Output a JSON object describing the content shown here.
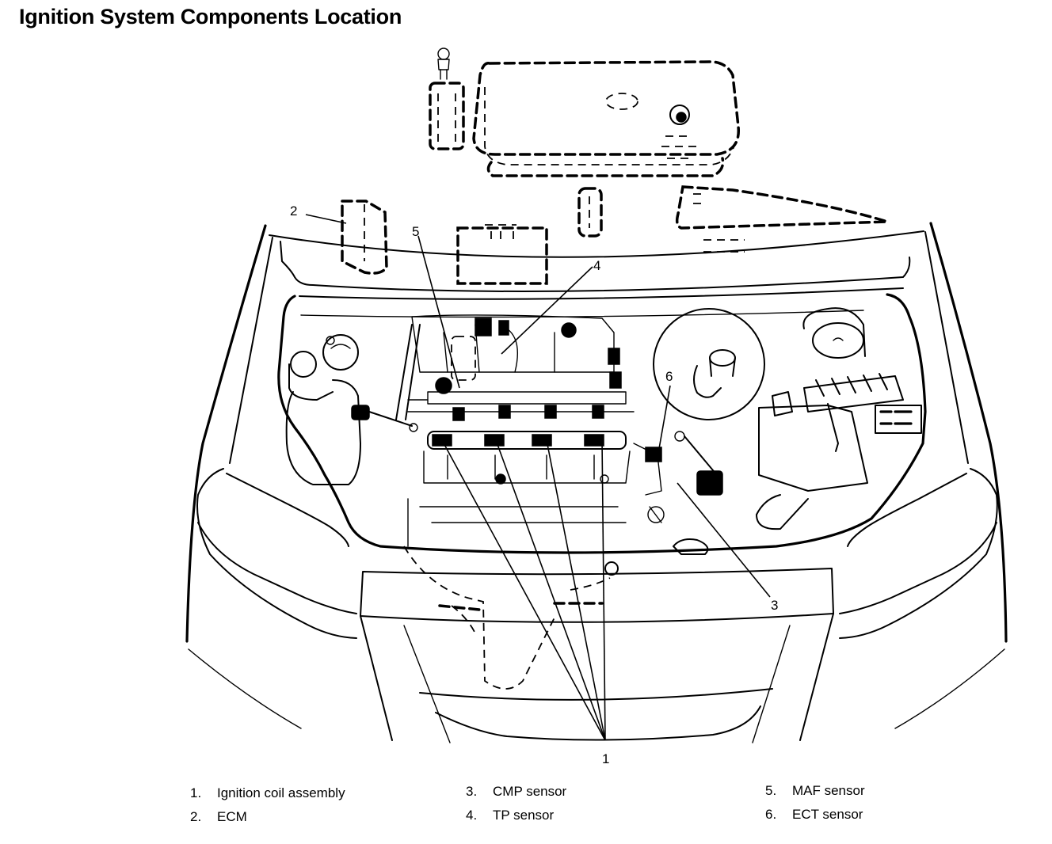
{
  "title": "Ignition System Components Location",
  "callouts": {
    "c1": "1",
    "c2": "2",
    "c3": "3",
    "c4": "4",
    "c5": "5",
    "c6": "6"
  },
  "legend": [
    {
      "number": "1.",
      "label": "Ignition coil assembly"
    },
    {
      "number": "2.",
      "label": "ECM"
    },
    {
      "number": "3.",
      "label": "CMP sensor"
    },
    {
      "number": "4.",
      "label": "TP sensor"
    },
    {
      "number": "5.",
      "label": "MAF sensor"
    },
    {
      "number": "6.",
      "label": "ECT sensor"
    }
  ],
  "colors": {
    "line": "#000000",
    "background": "#ffffff"
  }
}
